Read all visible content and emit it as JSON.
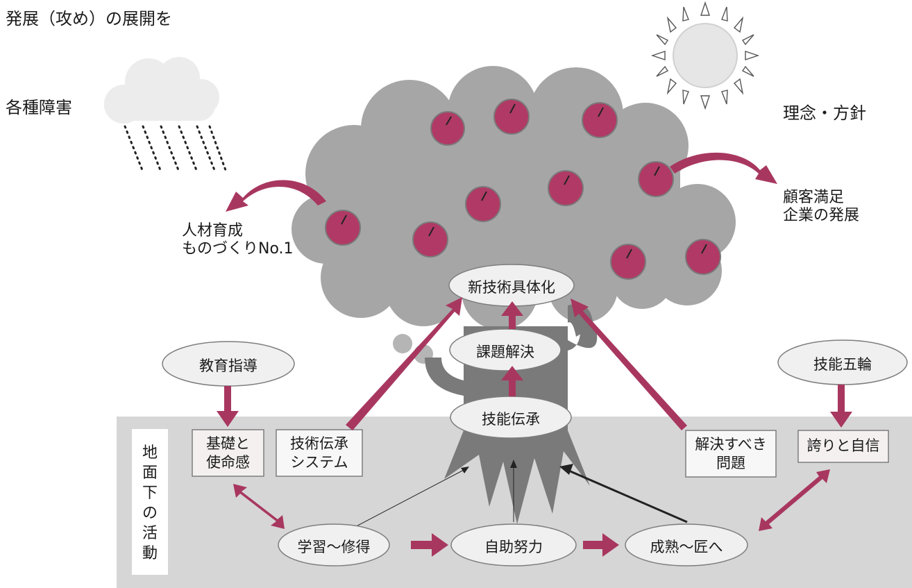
{
  "labels": {
    "top_left": "発展（攻め）の展開を",
    "obstacles": "各種障害",
    "philosophy": "理念・方針",
    "left_result": [
      "人材育成",
      "ものづくりNo.1"
    ],
    "right_result": [
      "顧客満足",
      "企業の発展"
    ]
  },
  "nodes": {
    "new_tech": "新技術具体化",
    "problem_solving": "課題解決",
    "skill_transfer": "技能伝承",
    "education": "教育指導",
    "skills_olympics": "技能五輪",
    "learning": "学習～修得",
    "self_help": "自助努力",
    "maturity": "成熟～匠へ"
  },
  "boxes": {
    "basics": [
      "基礎と",
      "使命感"
    ],
    "tech_system": [
      "技術伝承",
      "システム"
    ],
    "problems": [
      "解決すべき",
      "問題"
    ],
    "pride": "誇りと自信"
  },
  "underground_label": "地面下の活動",
  "colors": {
    "accent": "#a8375f",
    "tree": "#a6a6a6",
    "trunk": "#7a7a7a",
    "ground": "#d6d6d6",
    "apple": "#b03a65"
  }
}
